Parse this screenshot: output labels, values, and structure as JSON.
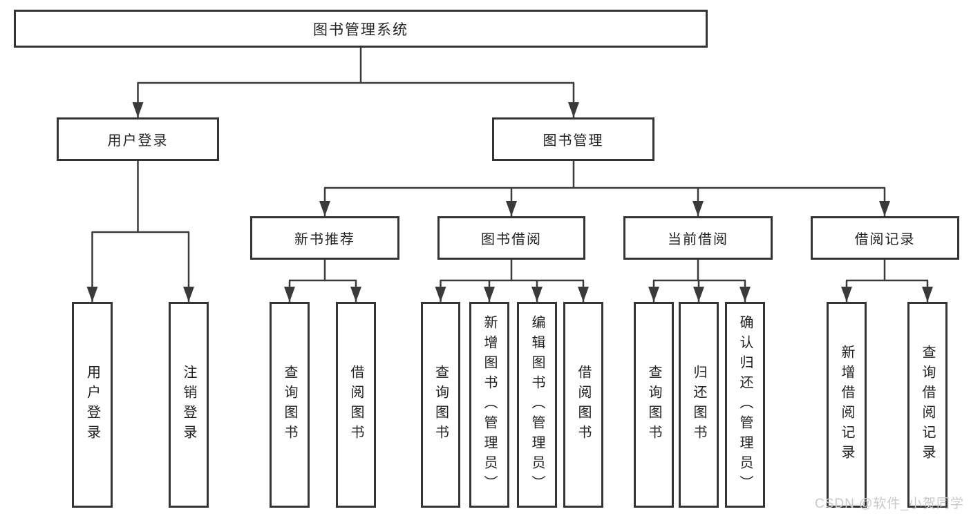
{
  "palette": {
    "line_color": "#3a3a3a",
    "box_border": "#333333",
    "box_fill": "#ffffff",
    "text_color": "#222222",
    "watermark_color": "#c9c9c9"
  },
  "diagram": {
    "root": "图书管理系统",
    "level2": [
      "用户登录",
      "图书管理"
    ],
    "level3": [
      "新书推荐",
      "图书借阅",
      "当前借阅",
      "借阅记录"
    ],
    "leaves_login": [
      "用户登录",
      "注销登录"
    ],
    "leaves_newbook": [
      "查询图书",
      "借阅图书"
    ],
    "leaves_borrow": [
      "查询图书",
      "新增图书（管理员）",
      "编辑图书（管理员）",
      "借阅图书"
    ],
    "leaves_current": [
      "查询图书",
      "归还图书",
      "确认归还（管理员）"
    ],
    "leaves_records": [
      "新增借阅记录",
      "查询借阅记录"
    ]
  },
  "watermark": "CSDN @软件_小贺同学"
}
